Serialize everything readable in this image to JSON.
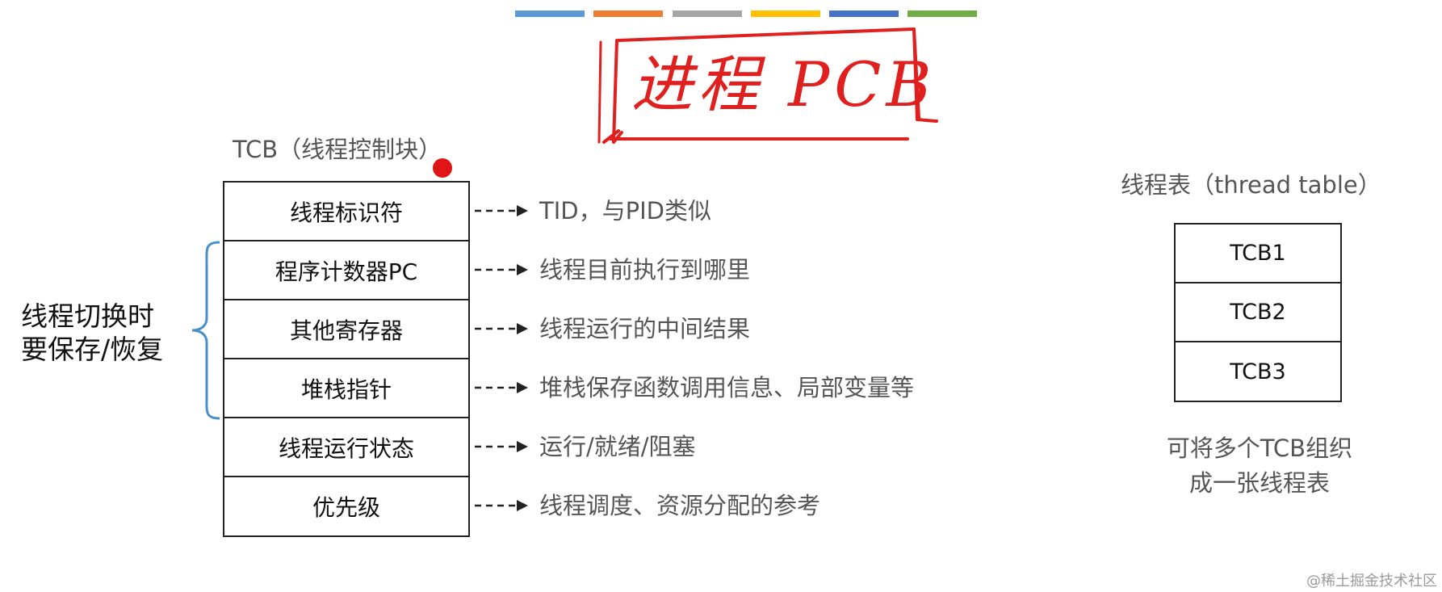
{
  "header": {
    "strip_colors": [
      "#5b9bd5",
      "#ed7d31",
      "#a5a5a5",
      "#ffc000",
      "#4472c4",
      "#70ad47"
    ]
  },
  "annotation": {
    "handwritten_title": "进程 PCB",
    "color": "#e0201f"
  },
  "tcb": {
    "title": "TCB（线程控制块）",
    "fields": [
      {
        "label": "线程标识符",
        "description": "TID，与PID类似"
      },
      {
        "label": "程序计数器PC",
        "description": "线程目前执行到哪里"
      },
      {
        "label": "其他寄存器",
        "description": "线程运行的中间结果"
      },
      {
        "label": "堆栈指针",
        "description": "堆栈保存函数调用信息、局部变量等"
      },
      {
        "label": "线程运行状态",
        "description": "运行/就绪/阻塞"
      },
      {
        "label": "优先级",
        "description": "线程调度、资源分配的参考"
      }
    ],
    "brace_label_line1": "线程切换时",
    "brace_label_line2": "要保存/恢复"
  },
  "thread_table": {
    "title": "线程表（thread table）",
    "rows": [
      "TCB1",
      "TCB2",
      "TCB3"
    ],
    "note_line1": "可将多个TCB组织",
    "note_line2": "成一张线程表"
  },
  "watermark": "@稀土掘金技术社区",
  "colors": {
    "brace": "#4a90c8",
    "marker": "#e01515",
    "desc_text": "#555555"
  }
}
